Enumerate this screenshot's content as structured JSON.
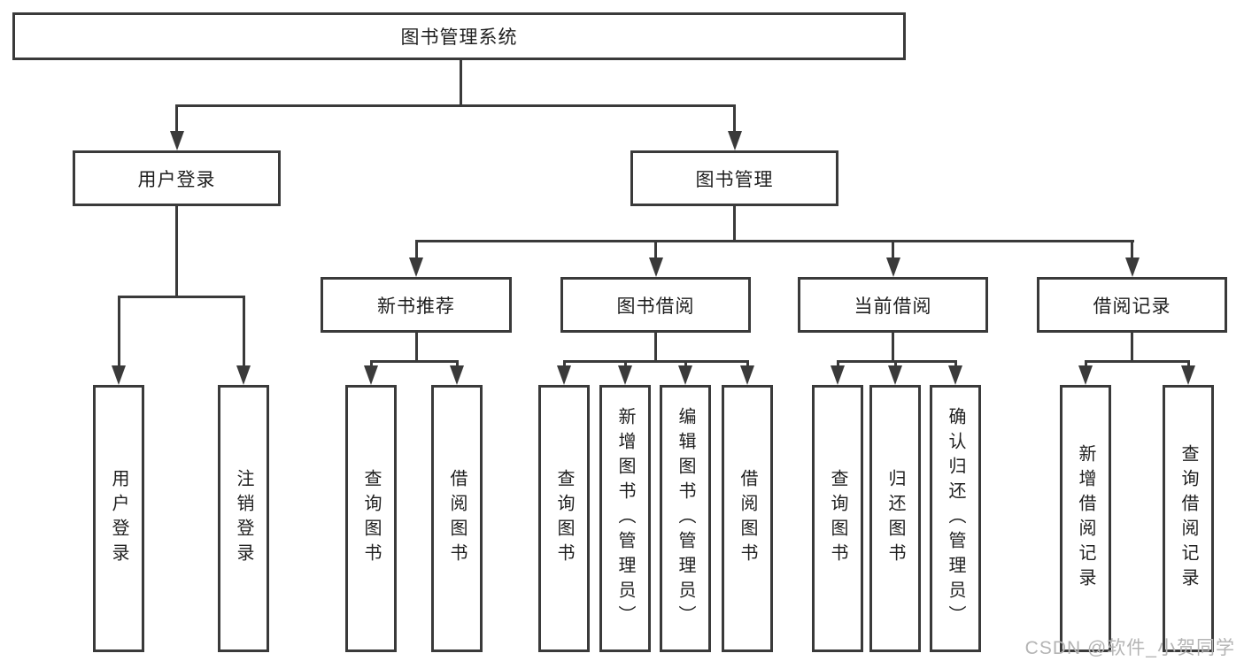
{
  "tree": {
    "label": "图书管理系统",
    "children": [
      {
        "label": "用户登录",
        "children": [
          {
            "label": "用户登录"
          },
          {
            "label": "注销登录"
          }
        ]
      },
      {
        "label": "图书管理",
        "children": [
          {
            "label": "新书推荐",
            "children": [
              {
                "label": "查询图书"
              },
              {
                "label": "借阅图书"
              }
            ]
          },
          {
            "label": "图书借阅",
            "children": [
              {
                "label": "查询图书"
              },
              {
                "label": "新增图书（管理员）"
              },
              {
                "label": "编辑图书（管理员）"
              },
              {
                "label": "借阅图书"
              }
            ]
          },
          {
            "label": "当前借阅",
            "children": [
              {
                "label": "查询图书"
              },
              {
                "label": "归还图书"
              },
              {
                "label": "确认归还（管理员）"
              }
            ]
          },
          {
            "label": "借阅记录",
            "children": [
              {
                "label": "新增借阅记录"
              },
              {
                "label": "查询借阅记录"
              }
            ]
          }
        ]
      }
    ]
  },
  "watermark": "CSDN @软件_小贺同学",
  "colors": {
    "line": "#3a3a3a",
    "text": "#1f1f1f",
    "watermark": "#b4b4b4",
    "background": "#ffffff"
  }
}
